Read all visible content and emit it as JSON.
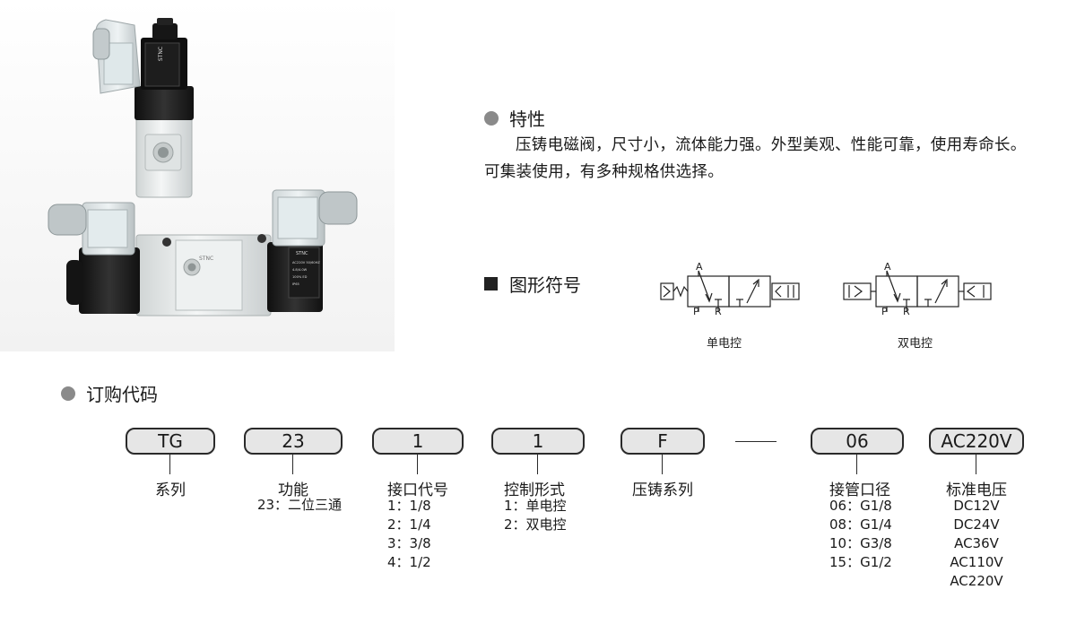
{
  "features": {
    "title": "特性",
    "text": "压铸电磁阀，尺寸小，流体能力强。外型美观、性能可靠，使用寿命长。可集装使用，有多种规格供选择。"
  },
  "symbols": {
    "title": "图形符号",
    "single": {
      "caption": "单电控",
      "port_a": "A",
      "port_p": "P",
      "port_r": "R"
    },
    "double": {
      "caption": "双电控",
      "port_a": "A",
      "port_p": "P",
      "port_r": "R"
    }
  },
  "photo": {
    "brand": "STNC",
    "label_line1": "AC220V 50/60HZ",
    "label_line2": "4.8/4.0W",
    "label_line3": "100% ED",
    "label_line4": "IP65"
  },
  "order": {
    "title": "订购代码",
    "boxes": [
      {
        "code": "TG",
        "label": "系列",
        "options": []
      },
      {
        "code": "23",
        "label": "功能",
        "options": [
          "23：二位三通"
        ]
      },
      {
        "code": "1",
        "label": "接口代号",
        "options": [
          "1：1/8",
          "2：1/4",
          "3：3/8",
          "4：1/2"
        ]
      },
      {
        "code": "1",
        "label": "控制形式",
        "options": [
          "1：单电控",
          "2：双电控"
        ]
      },
      {
        "code": "F",
        "label": "压铸系列",
        "options": []
      },
      {
        "code": "06",
        "label": "接管口径",
        "options": [
          "06：G1/8",
          "08：G1/4",
          "10：G3/8",
          "15：G1/2"
        ]
      },
      {
        "code": "AC220V",
        "label": "标准电压",
        "options": [
          "DC12V",
          "DC24V",
          "AC36V",
          "AC110V",
          "AC220V"
        ]
      }
    ]
  },
  "colors": {
    "bullet_gray": "#8a8a8a",
    "box_fill": "#e6e6e6",
    "valve_body": "#e9ecec",
    "coil_black": "#1c1c1c"
  }
}
